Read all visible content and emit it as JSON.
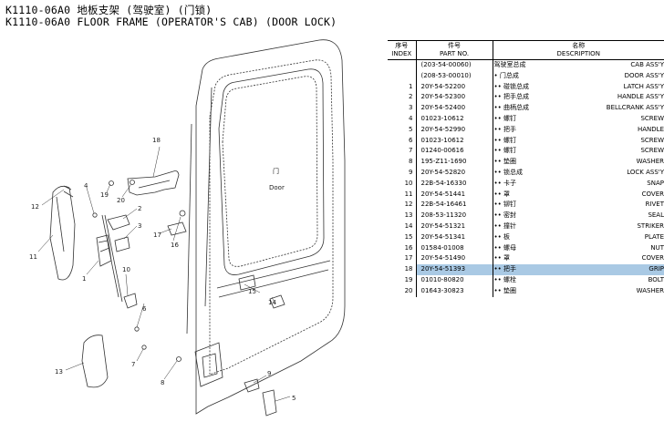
{
  "title_cn": "K1110-06A0 地板支架 (驾驶室) (门锁)",
  "title_en": "K1110-06A0 FLOOR FRAME (OPERATOR'S CAB) (DOOR LOCK)",
  "diagram": {
    "door_label_cn": "门",
    "door_label_en": "Door",
    "callouts": [
      "12",
      "4",
      "19",
      "20",
      "18",
      "2",
      "3",
      "17",
      "16",
      "11",
      "1",
      "10",
      "6",
      "7",
      "13",
      "8",
      "15",
      "14",
      "9",
      "5"
    ]
  },
  "table": {
    "headers": {
      "index_cn": "序号",
      "index_en": "INDEX",
      "part_cn": "件号",
      "part_en": "PART NO.",
      "desc_cn": "名称",
      "desc_en": "DESCRIPTION"
    },
    "rows": [
      {
        "index": "",
        "part": "(203-54-00060)",
        "desc_cn": "驾驶室总成",
        "desc_en": "CAB ASS'Y"
      },
      {
        "index": "",
        "part": "(208-53-00010)",
        "desc_cn": "• 门总成",
        "desc_en": "DOOR ASS'Y"
      },
      {
        "index": "1",
        "part": "20Y-54-52200",
        "desc_cn": "•• 碰锁总成",
        "desc_en": "LATCH ASS'Y"
      },
      {
        "index": "2",
        "part": "20Y-54-52300",
        "desc_cn": "•• 把手总成",
        "desc_en": "HANDLE ASS'Y"
      },
      {
        "index": "3",
        "part": "20Y-54-52400",
        "desc_cn": "•• 曲柄总成",
        "desc_en": "BELLCRANK ASS'Y"
      },
      {
        "index": "4",
        "part": "01023-10612",
        "desc_cn": "•• 螺钉",
        "desc_en": "SCREW"
      },
      {
        "index": "5",
        "part": "20Y-54-52990",
        "desc_cn": "•• 把手",
        "desc_en": "HANDLE"
      },
      {
        "index": "6",
        "part": "01023-10612",
        "desc_cn": "•• 螺钉",
        "desc_en": "SCREW"
      },
      {
        "index": "7",
        "part": "01240-00616",
        "desc_cn": "•• 螺钉",
        "desc_en": "SCREW"
      },
      {
        "index": "8",
        "part": "195-Z11-1690",
        "desc_cn": "•• 垫圈",
        "desc_en": "WASHER"
      },
      {
        "index": "9",
        "part": "20Y-54-52820",
        "desc_cn": "•• 锁总成",
        "desc_en": "LOCK ASS'Y"
      },
      {
        "index": "10",
        "part": "22B-54-16330",
        "desc_cn": "•• 卡子",
        "desc_en": "SNAP"
      },
      {
        "index": "11",
        "part": "20Y-54-51441",
        "desc_cn": "•• 罩",
        "desc_en": "COVER"
      },
      {
        "index": "12",
        "part": "22B-54-16461",
        "desc_cn": "•• 铆钉",
        "desc_en": "RIVET"
      },
      {
        "index": "13",
        "part": "208-53-11320",
        "desc_cn": "•• 密封",
        "desc_en": "SEAL"
      },
      {
        "index": "14",
        "part": "20Y-54-51321",
        "desc_cn": "•• 撞针",
        "desc_en": "STRIKER"
      },
      {
        "index": "15",
        "part": "20Y-54-51341",
        "desc_cn": "•• 板",
        "desc_en": "PLATE"
      },
      {
        "index": "16",
        "part": "01584-01008",
        "desc_cn": "•• 螺母",
        "desc_en": "NUT"
      },
      {
        "index": "17",
        "part": "20Y-54-51490",
        "desc_cn": "•• 罩",
        "desc_en": "COVER"
      },
      {
        "index": "18",
        "part": "20Y-54-51393",
        "desc_cn": "•• 把手",
        "desc_en": "GRIP"
      },
      {
        "index": "19",
        "part": "01010-80820",
        "desc_cn": "•• 螺栓",
        "desc_en": "BOLT"
      },
      {
        "index": "20",
        "part": "01643-30823",
        "desc_cn": "•• 垫圈",
        "desc_en": "WASHER"
      }
    ],
    "selected_index": "18",
    "colors": {
      "selected_row": "#a9c9e4"
    }
  }
}
